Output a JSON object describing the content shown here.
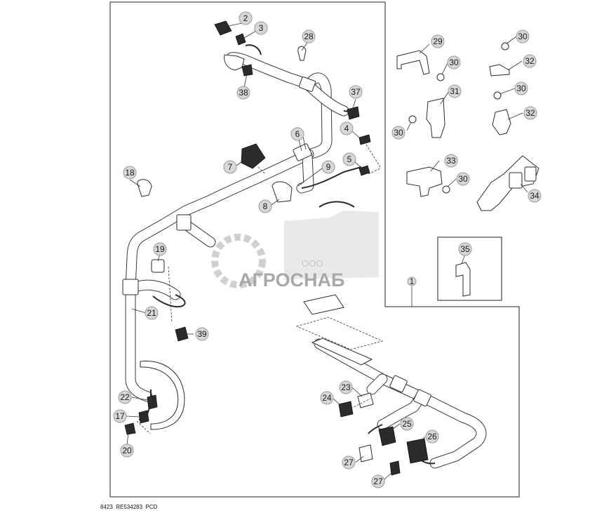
{
  "callouts": {
    "c1": "1",
    "c2": "2",
    "c3": "3",
    "c4": "4",
    "c5": "5",
    "c6": "6",
    "c7": "7",
    "c8": "8",
    "c9": "9",
    "c17": "17",
    "c18": "18",
    "c19": "19",
    "c20": "20",
    "c21": "21",
    "c22": "22",
    "c23": "23",
    "c24": "24",
    "c25": "25",
    "c26": "26",
    "c27a": "27",
    "c27b": "27",
    "c28": "28",
    "c29": "29",
    "c30a": "30",
    "c30b": "30",
    "c30c": "30",
    "c30d": "30",
    "c30e": "30",
    "c31": "31",
    "c32a": "32",
    "c32b": "32",
    "c33": "33",
    "c34": "34",
    "c35": "35",
    "c37": "37",
    "c38": "38",
    "c39": "39"
  },
  "watermark": {
    "company_prefix": "ООО",
    "company_name": "АГРОСНАБ"
  },
  "footer": {
    "code": "8423  RE534283  PCD"
  },
  "colors": {
    "callout_fill": "#d7d7d7",
    "line": "#2a2a2a",
    "watermark": "#c8c8c8"
  }
}
